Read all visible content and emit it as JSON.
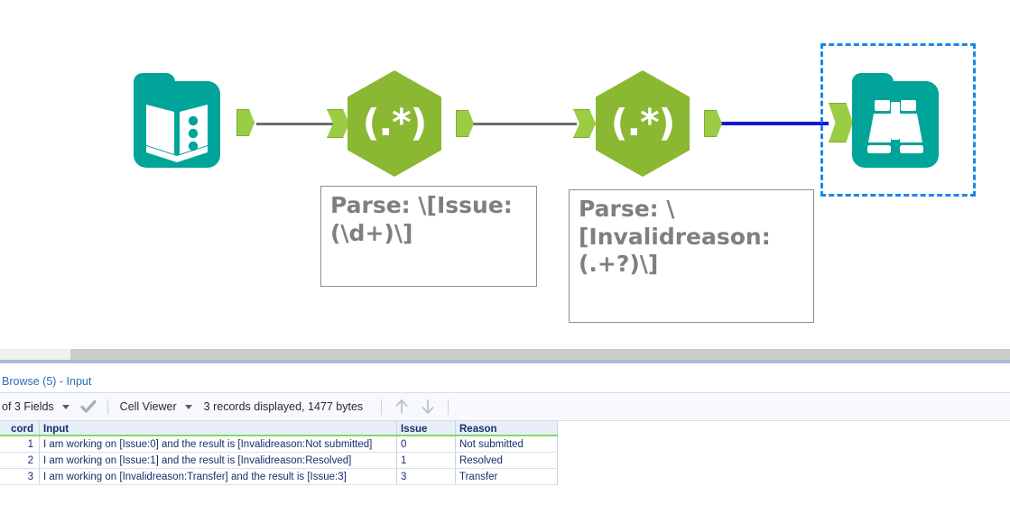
{
  "canvas": {
    "tools": [
      {
        "id": "text-input",
        "name": "text-input-tool",
        "icon": "book-icon",
        "color": "#00a499",
        "type": "folder"
      },
      {
        "id": "regex-1",
        "name": "regex-tool-1",
        "icon": "regex-icon",
        "label": "(.*)",
        "color": "#8ab833",
        "type": "hex"
      },
      {
        "id": "regex-2",
        "name": "regex-tool-2",
        "icon": "regex-icon",
        "label": "(.*)",
        "color": "#8ab833",
        "type": "hex"
      },
      {
        "id": "browse",
        "name": "browse-tool",
        "icon": "binoculars-icon",
        "color": "#00a499",
        "type": "folder",
        "selected": true
      }
    ],
    "annotations": [
      {
        "id": "annotation-1",
        "text": "Parse: \\[Issue: (\\d+)\\]"
      },
      {
        "id": "annotation-2",
        "text": "Parse: \\[Invalidreason: (.+?)\\]"
      }
    ],
    "connections": [
      {
        "from": "text-input",
        "to": "regex-1",
        "color": "#6d6d6d",
        "selected": false
      },
      {
        "from": "regex-1",
        "to": "regex-2",
        "color": "#6d6d6d",
        "selected": false
      },
      {
        "from": "regex-2",
        "to": "browse",
        "color": "#1414e6",
        "selected": true
      }
    ],
    "selection_color": "#1b87e6"
  },
  "results": {
    "tab_label": "Browse (5) - Input",
    "toolbar": {
      "fields_label": "of 3 Fields",
      "check_icon": "check-icon",
      "cell_viewer_label": "Cell Viewer",
      "records_label": "3 records displayed, 1477 bytes",
      "up_icon": "arrow-up-icon",
      "down_icon": "arrow-down-icon"
    },
    "grid": {
      "headers": [
        "cord",
        "Input",
        "Issue",
        "Reason"
      ],
      "rows": [
        {
          "record": "1",
          "input": "I am working on [Issue:0] and the result is [Invalidreason:Not submitted]",
          "issue": "0",
          "reason": "Not submitted"
        },
        {
          "record": "2",
          "input": "I am working on [Issue:1] and the result is [Invalidreason:Resolved]",
          "issue": "1",
          "reason": "Resolved"
        },
        {
          "record": "3",
          "input": "I am working on [Invalidreason:Transfer]  and the result is [Issue:3]",
          "issue": "3",
          "reason": "Transfer"
        }
      ]
    }
  }
}
